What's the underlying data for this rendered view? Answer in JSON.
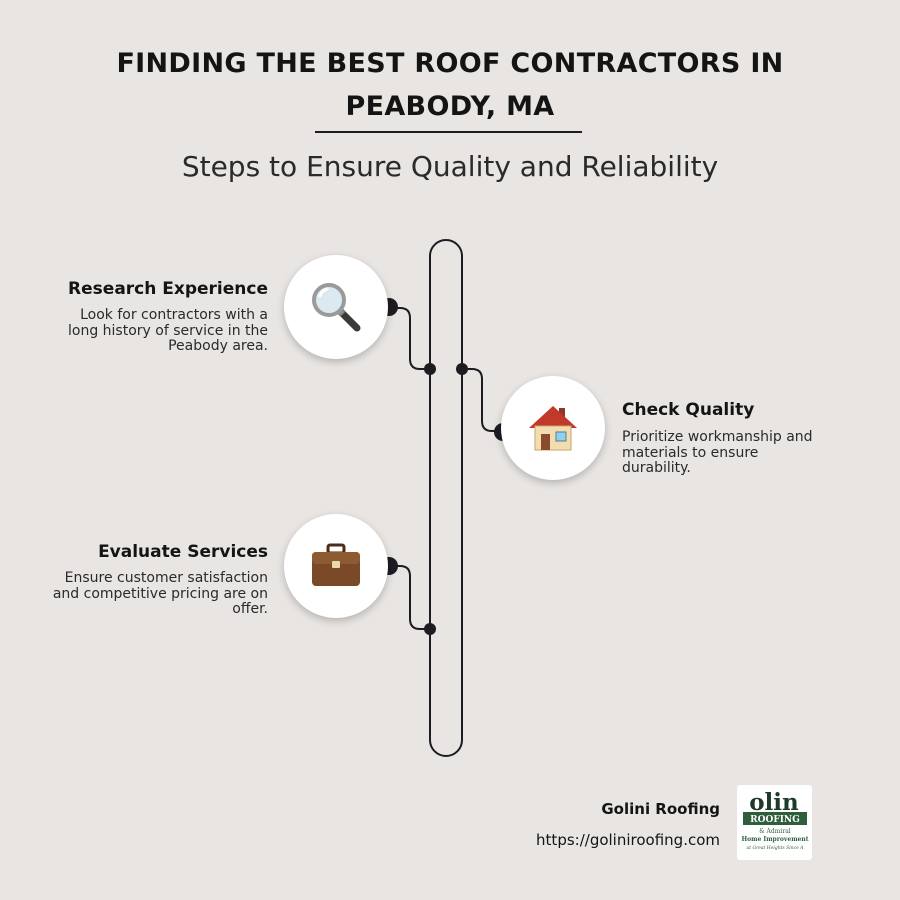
{
  "header": {
    "title_line1": "FINDING THE BEST ROOF CONTRACTORS IN",
    "title_line2": "PEABODY, MA",
    "subtitle": "Steps to Ensure Quality and Reliability"
  },
  "steps": [
    {
      "title": "Research Experience",
      "description": "Look for contractors with a long history of service in the Peabody area.",
      "icon": "magnifying-glass-icon"
    },
    {
      "title": "Check Quality",
      "description": "Prioritize workmanship and materials to ensure durability.",
      "icon": "house-icon"
    },
    {
      "title": "Evaluate Services",
      "description": "Ensure customer satisfaction and competitive pricing are on offer.",
      "icon": "briefcase-icon"
    }
  ],
  "footer": {
    "company": "Golini Roofing",
    "url": "https://goliniroofing.com",
    "logo": {
      "line1": "olin",
      "line2": "ROOFING",
      "line3": "& Admiral",
      "line4": "Home Improvement",
      "line5": "at Great Heights Since A"
    }
  },
  "colors": {
    "background": "#e8e5e3",
    "line": "#1c1c22",
    "logo_green": "#2e5e3a"
  }
}
